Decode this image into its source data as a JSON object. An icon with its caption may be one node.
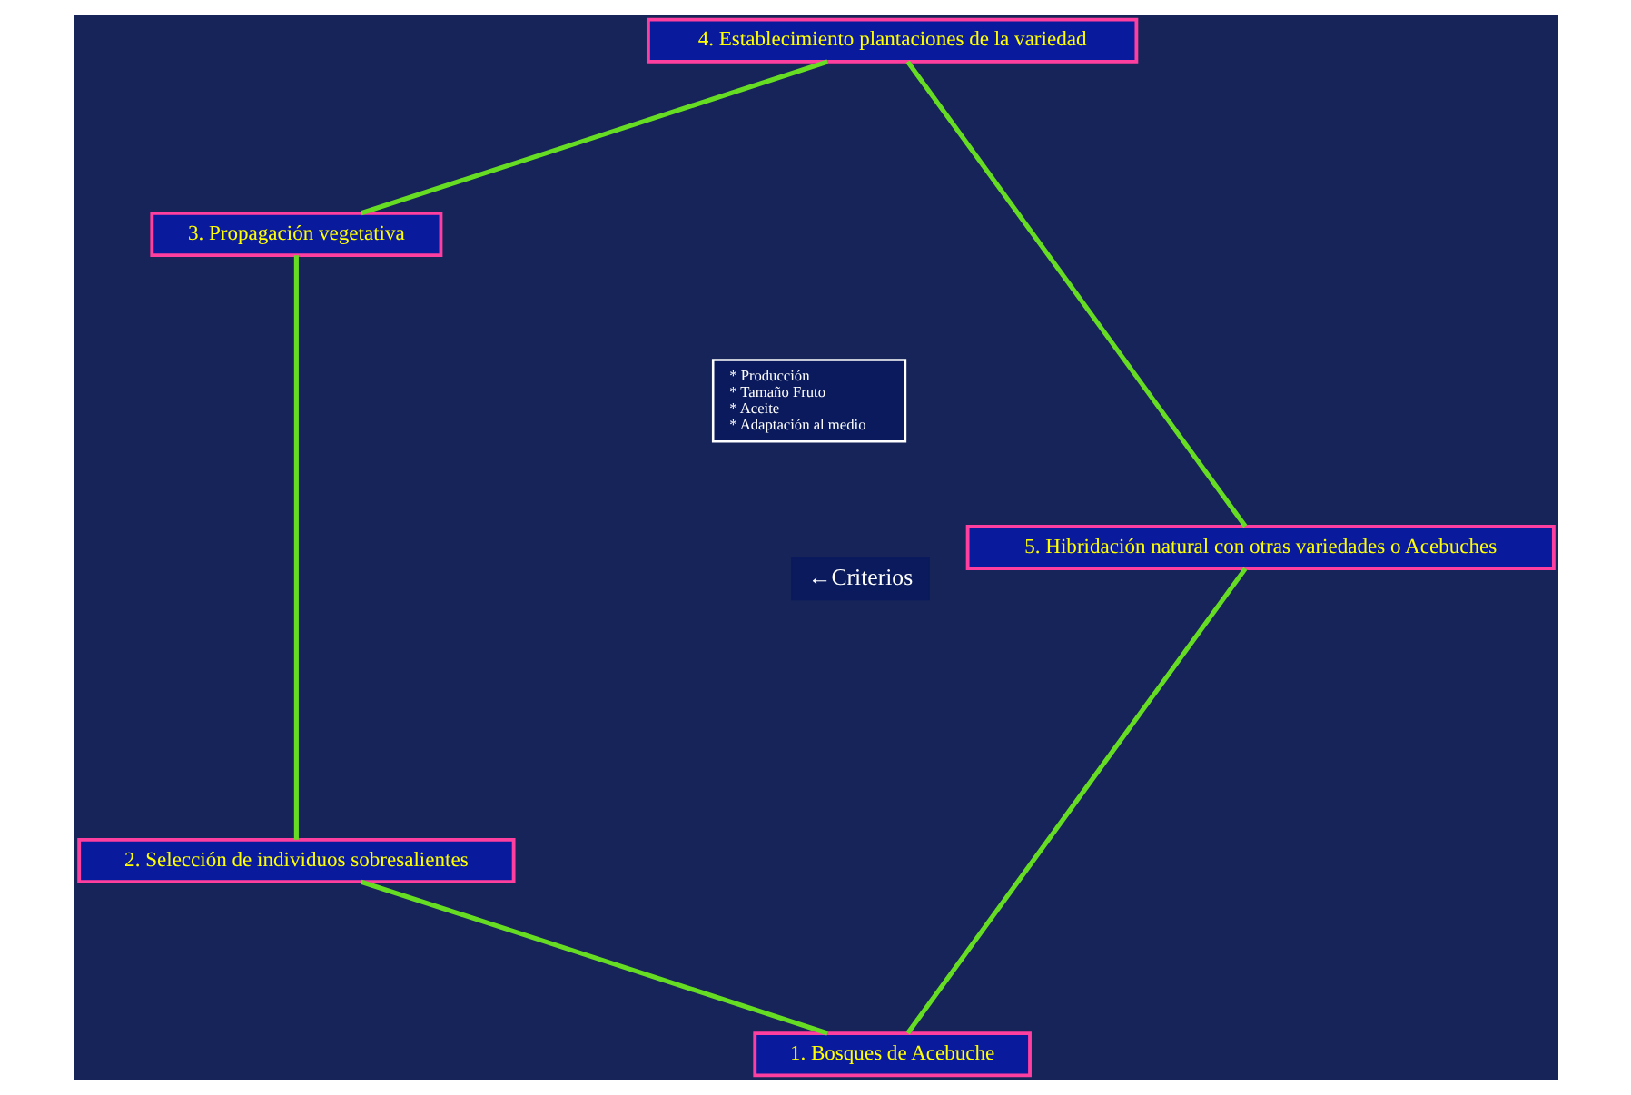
{
  "diagram": {
    "nodes": [
      {
        "text": [
          "1. Bosques de Acebuche"
        ]
      },
      {
        "text": [
          "2. Selección de individuos sobresalientes"
        ]
      },
      {
        "text": [
          "3. Propagación vegetativa"
        ]
      },
      {
        "text": [
          "4. Establecimiento plantaciones de la variedad"
        ]
      },
      {
        "text": [
          "5. Hibridación natural con otras variedades o Acebuches"
        ]
      },
      {
        "text": [
          "←Criterios"
        ]
      },
      {
        "text": [
          "* Producción",
          "* Tamaño Fruto",
          "* Aceite",
          "* Adaptación al medio"
        ]
      }
    ],
    "edges": [
      {
        "from": 0,
        "to": 1,
        "arrow": "none"
      },
      {
        "from": 1,
        "to": 2,
        "arrow": "none"
      },
      {
        "from": 2,
        "to": 3,
        "arrow": "none"
      },
      {
        "from": 3,
        "to": 4,
        "arrow": "none"
      },
      {
        "from": 4,
        "to": 0,
        "arrow": "none"
      }
    ]
  }
}
